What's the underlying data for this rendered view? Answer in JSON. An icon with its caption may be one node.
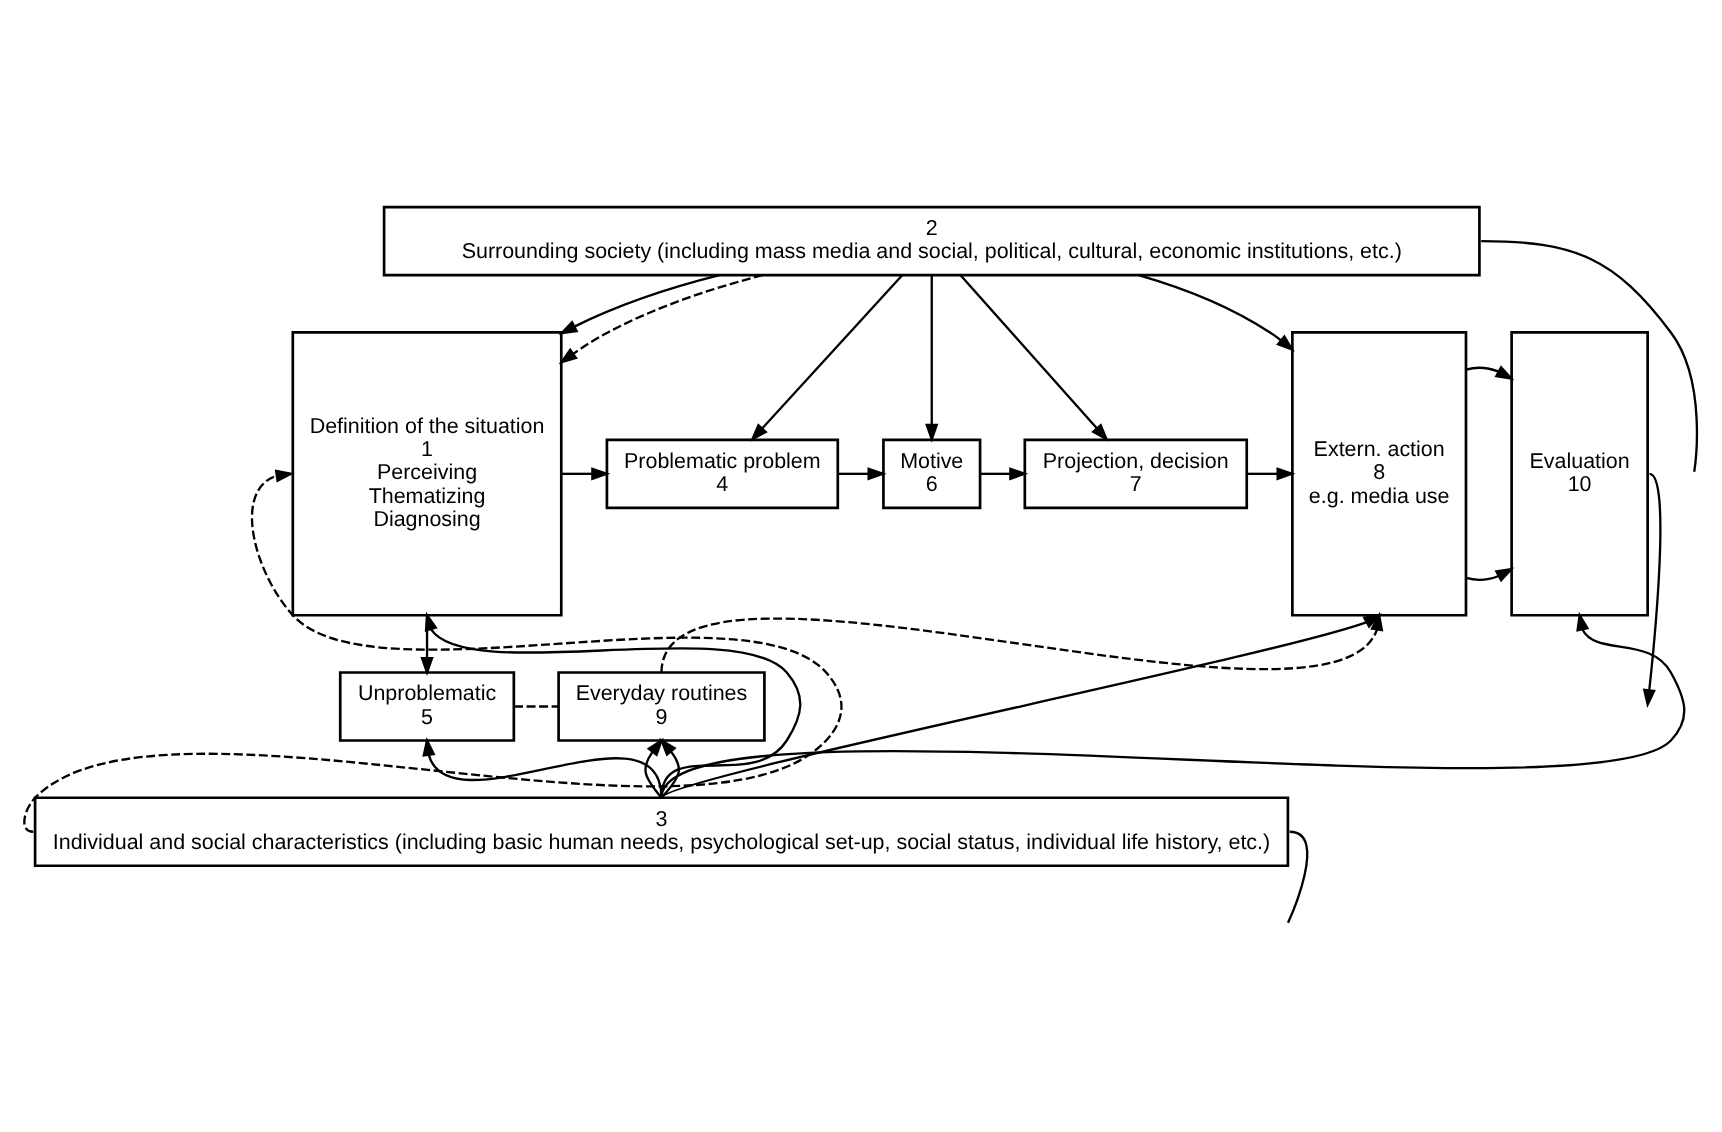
{
  "diagram": {
    "nodes": [
      {
        "text": [
          "2",
          "Surrounding society (including mass media and social, political, cultural, economic institutions, etc.)"
        ]
      },
      {
        "text": [
          "Definition of the situation",
          "1",
          "Perceiving",
          "Thematizing",
          "Diagnosing"
        ]
      },
      {
        "text": [
          "Problematic problem",
          "4"
        ]
      },
      {
        "text": [
          "Motive",
          "6"
        ]
      },
      {
        "text": [
          "Projection, decision",
          "7"
        ]
      },
      {
        "text": [
          "Extern. action",
          "8",
          "e.g. media use"
        ]
      },
      {
        "text": [
          "Evaluation",
          "10"
        ]
      },
      {
        "text": [
          "Unproblematic",
          "5"
        ]
      },
      {
        "text": [
          "Everyday routines",
          "9"
        ]
      },
      {
        "text": [
          "3",
          "Individual and social characteristics (including basic human needs, psychological set-up, social status, individual life history, etc.)"
        ]
      }
    ],
    "edges": [
      {
        "from": 0,
        "to": 1,
        "arrow": "to"
      },
      {
        "from": 0,
        "to": 2,
        "arrow": "to"
      },
      {
        "from": 0,
        "to": 3,
        "arrow": "to"
      },
      {
        "from": 0,
        "to": 4,
        "arrow": "to"
      },
      {
        "from": 0,
        "to": 5,
        "arrow": "to"
      },
      {
        "from": 1,
        "to": 2,
        "arrow": "to"
      },
      {
        "from": 2,
        "to": 3,
        "arrow": "to"
      },
      {
        "from": 3,
        "to": 4,
        "arrow": "to"
      },
      {
        "from": 4,
        "to": 5,
        "arrow": "to"
      },
      {
        "from": 5,
        "to": 6,
        "arrow": "to"
      },
      {
        "from": 1,
        "to": 7,
        "arrow": "to"
      },
      {
        "from": 7,
        "to": 8,
        "arrow": "none",
        "style": "dashed"
      },
      {
        "from": 8,
        "to": 5,
        "arrow": "to",
        "style": "dashed"
      },
      {
        "from": 5,
        "to": 6,
        "arrow": "to"
      },
      {
        "from": 9,
        "to": 1,
        "arrow": "to"
      },
      {
        "from": 9,
        "to": 7,
        "arrow": "to"
      },
      {
        "from": 9,
        "to": 8,
        "arrow": "to"
      },
      {
        "from": 9,
        "to": 8,
        "arrow": "to"
      },
      {
        "from": 9,
        "to": 5,
        "arrow": "to"
      },
      {
        "from": 9,
        "to": 6,
        "arrow": "to"
      },
      {
        "from": 0,
        "to": 1,
        "arrow": "to",
        "style": "dashed"
      },
      {
        "from": 9,
        "to": 1,
        "arrow": "to",
        "style": "dashed"
      },
      {
        "from": 6,
        "to": null,
        "arrow": "to"
      },
      {
        "from": 0,
        "to": null,
        "arrow": "none"
      },
      {
        "from": 9,
        "to": null,
        "arrow": "none"
      }
    ]
  }
}
